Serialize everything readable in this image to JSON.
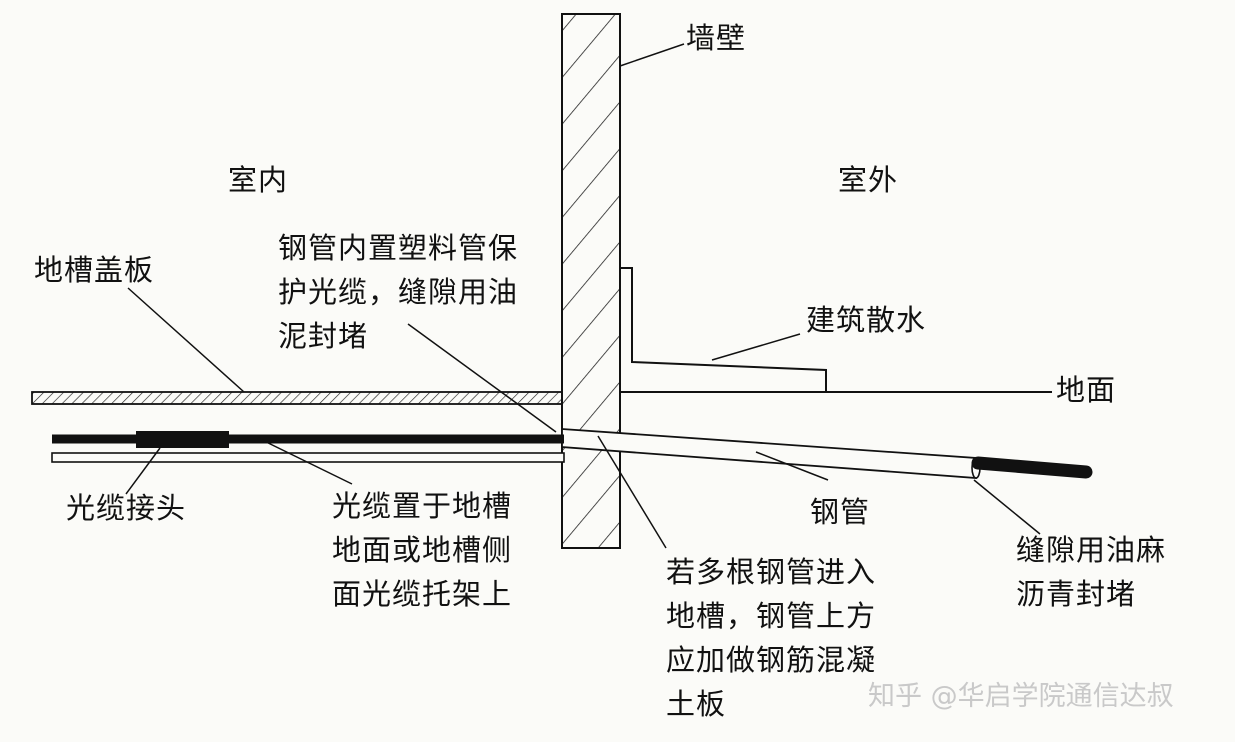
{
  "labels": {
    "wall": "墙壁",
    "indoor": "室内",
    "outdoor": "室外",
    "trench_cover": "地槽盖板",
    "steel_pipe_note": "钢管内置塑料管保\n护光缆，缝隙用油\n泥封堵",
    "apron": "建筑散水",
    "ground": "地面",
    "cable_joint": "光缆接头",
    "cable_placement": "光缆置于地槽\n地面或地槽侧\n面光缆托架上",
    "steel_pipe": "钢管",
    "gap_seal": "缝隙用油麻\n沥青封堵",
    "multi_pipe_note": "若多根钢管进入\n地槽，钢管上方\n应加做钢筋混凝\n土板"
  },
  "watermark": "知乎 @华启学院通信达叔"
}
